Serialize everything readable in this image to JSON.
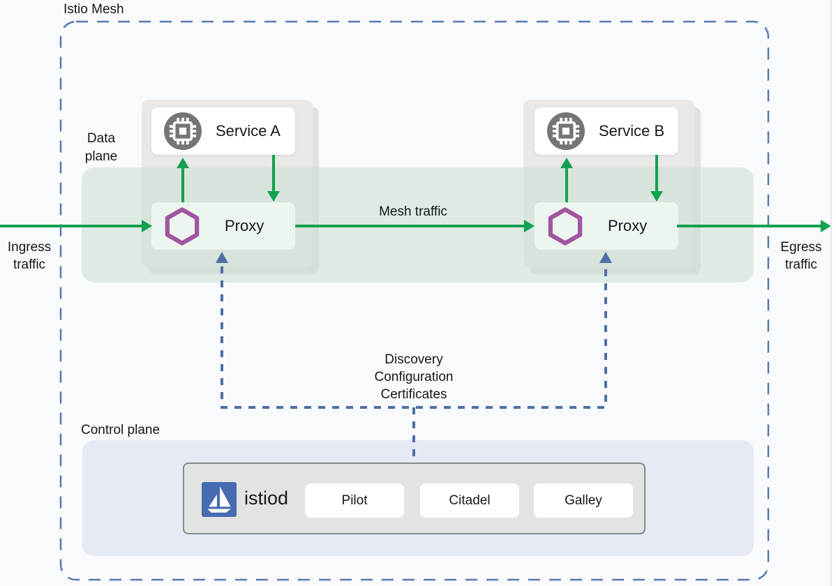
{
  "mesh": {
    "title": "Istio Mesh"
  },
  "data_plane": {
    "label_line1": "Data",
    "label_line2": "plane",
    "mesh_traffic_label": "Mesh traffic",
    "pods": [
      {
        "service_label": "Service A",
        "proxy_label": "Proxy"
      },
      {
        "service_label": "Service B",
        "proxy_label": "Proxy"
      }
    ]
  },
  "traffic": {
    "ingress_line1": "Ingress",
    "ingress_line2": "traffic",
    "egress_line1": "Egress",
    "egress_line2": "traffic"
  },
  "config_flows": {
    "line1": "Discovery",
    "line2": "Configuration",
    "line3": "Certificates"
  },
  "control_plane": {
    "label": "Control plane",
    "istiod": {
      "name": "istiod",
      "components": [
        "Pilot",
        "Citadel",
        "Galley"
      ]
    }
  },
  "colors": {
    "mesh_border_blue": "#5878ae",
    "traffic_green": "#12a150",
    "config_blue": "#4e6fa5",
    "hexagon_purple": "#a155a1",
    "istio_logo_blue": "#466bb0",
    "control_plane_bg": "#e6eaf5",
    "data_plane_band": "#dfece6"
  }
}
